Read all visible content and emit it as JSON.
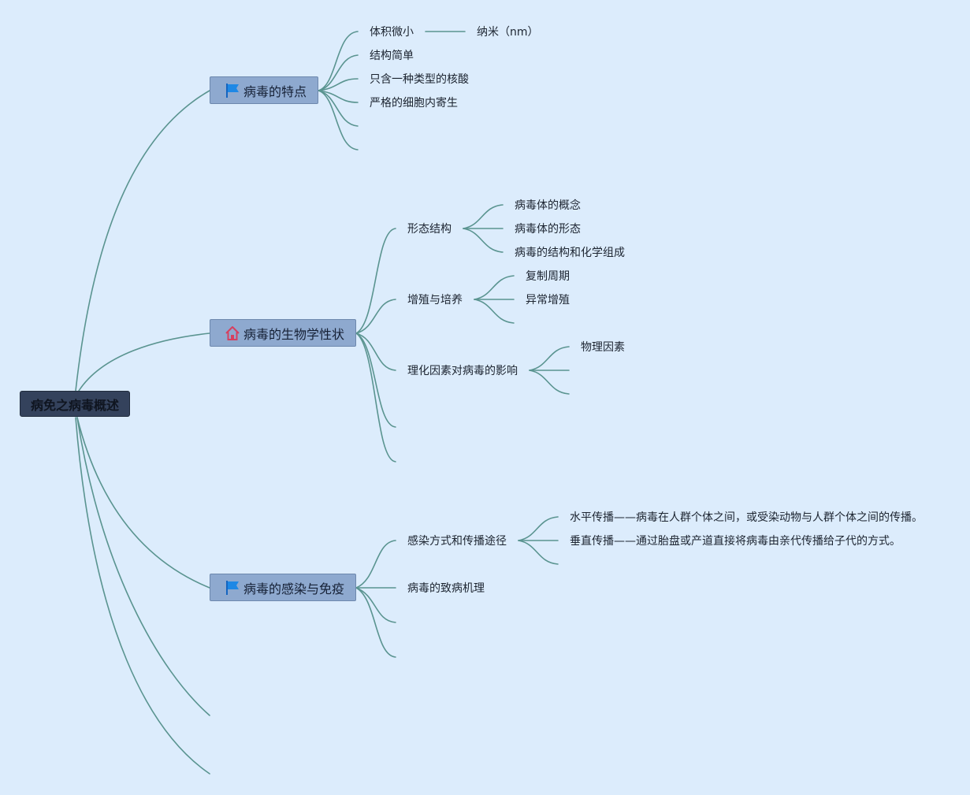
{
  "root": {
    "label": "病免之病毒概述"
  },
  "branches": [
    {
      "label": "病毒的特点",
      "icon": "flag-icon",
      "children": [
        {
          "label": "体积微小",
          "note": "纳米（nm）"
        },
        {
          "label": "结构简单"
        },
        {
          "label": "只含一种类型的核酸"
        },
        {
          "label": "严格的细胞内寄生"
        }
      ]
    },
    {
      "label": "病毒的生物学性状",
      "icon": "house-icon",
      "children": [
        {
          "label": "形态结构",
          "children": [
            "病毒体的概念",
            "病毒体的形态",
            "病毒的结构和化学组成"
          ]
        },
        {
          "label": "增殖与培养",
          "children": [
            "复制周期",
            "异常增殖"
          ]
        },
        {
          "label": "理化因素对病毒的影响",
          "children": [
            "物理因素"
          ]
        }
      ]
    },
    {
      "label": "病毒的感染与免疫",
      "icon": "flag-icon",
      "children": [
        {
          "label": "感染方式和传播途径",
          "children": [
            "水平传播——病毒在人群个体之间，或受染动物与人群个体之间的传播。",
            "垂直传播——通过胎盘或产道直接将病毒由亲代传播给子代的方式。"
          ]
        },
        {
          "label": "病毒的致病机理"
        }
      ]
    }
  ],
  "colors": {
    "background": "#dcecfc",
    "connector": "#5a9490",
    "root_fill": "#34425c",
    "branch_fill": "#8ea9cf",
    "flag_icon": "#1e88e5",
    "house_icon": "#d64060"
  }
}
